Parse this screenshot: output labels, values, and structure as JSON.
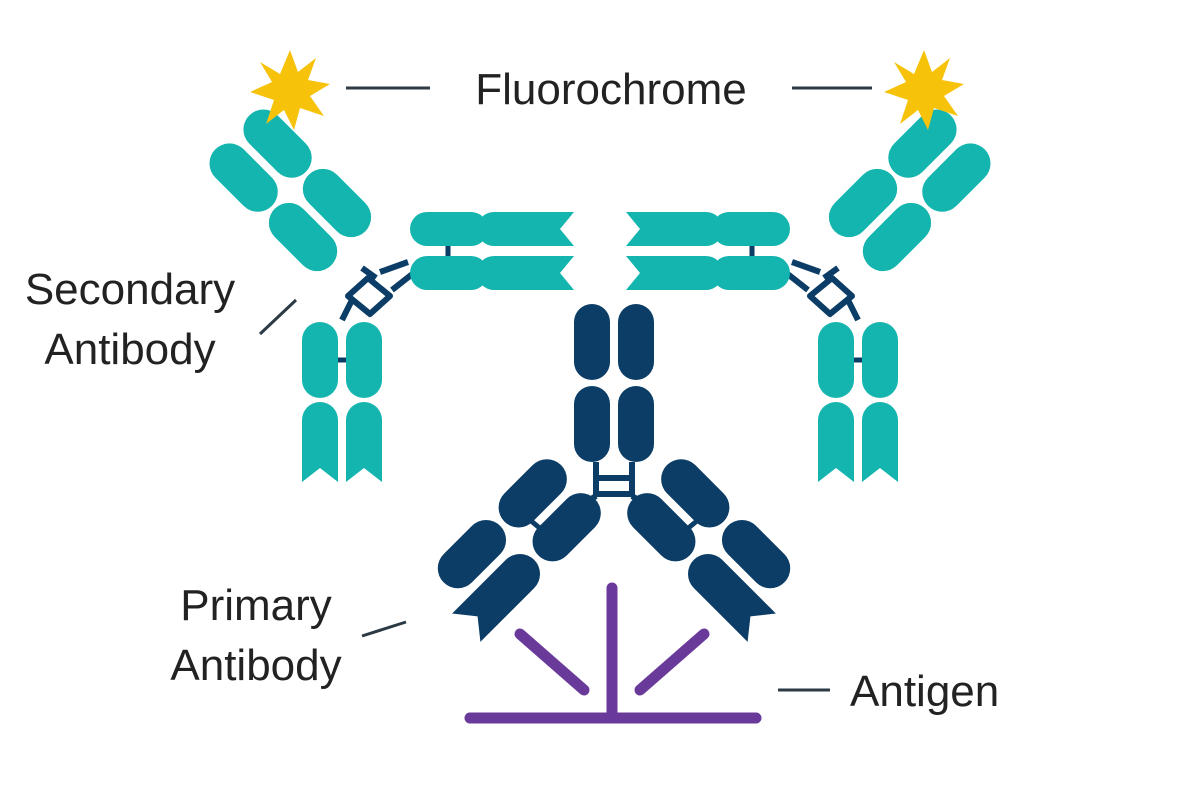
{
  "labels": {
    "fluorochrome": "Fluorochrome",
    "secondary_line1": "Secondary",
    "secondary_line2": "Antibody",
    "primary_line1": "Primary",
    "primary_line2": "Antibody",
    "antigen": "Antigen"
  },
  "colors": {
    "secondary_antibody": "#13B5AE",
    "primary_antibody": "#0B3D66",
    "antigen": "#6A3A9B",
    "fluorochrome": "#F7C20A",
    "leader_line": "#2B3A44",
    "text": "#222222"
  },
  "icons": {
    "fluorochrome": "starburst-icon"
  }
}
